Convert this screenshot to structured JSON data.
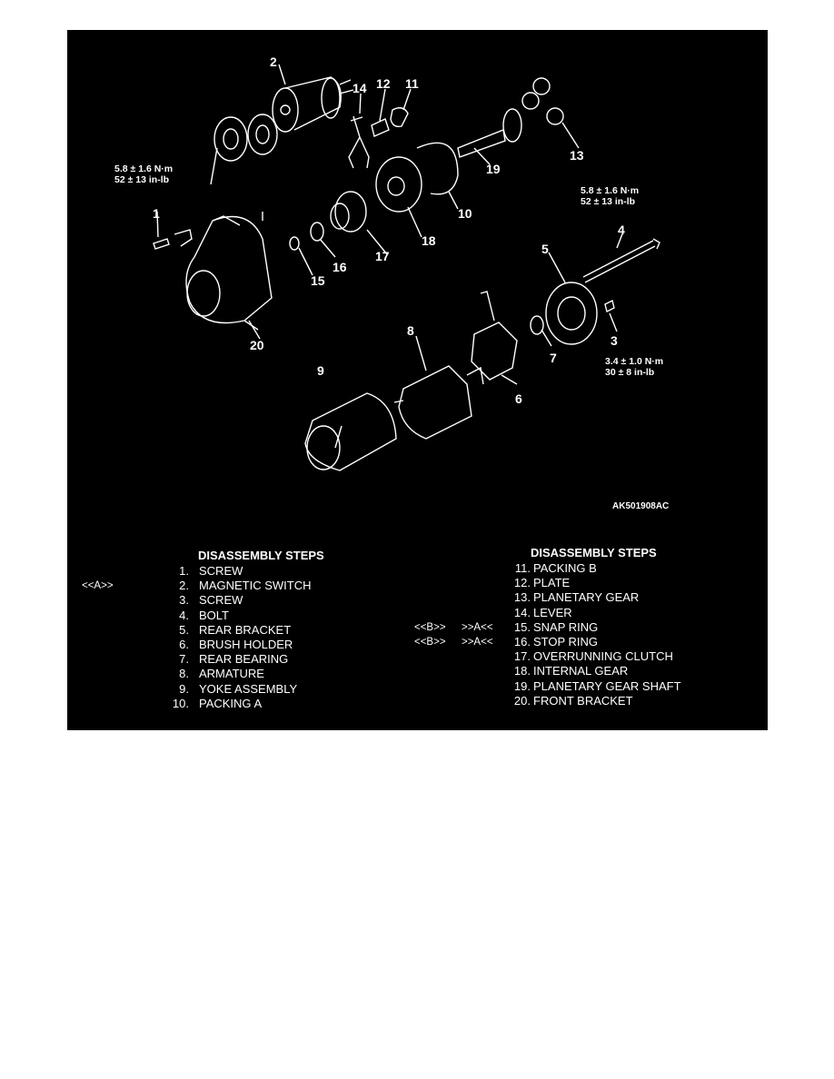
{
  "diagram": {
    "torque_1": {
      "nm": "5.8 ± 1.6 N·m",
      "inlb": "52 ± 13 in-lb"
    },
    "torque_4": {
      "nm": "5.8 ± 1.6 N·m",
      "inlb": "52 ± 13 in-lb"
    },
    "torque_3": {
      "nm": "3.4 ± 1.0 N·m",
      "inlb": "30 ± 8 in-lb"
    },
    "callouts": [
      "1",
      "2",
      "3",
      "4",
      "5",
      "6",
      "7",
      "8",
      "9",
      "10",
      "11",
      "12",
      "13",
      "14",
      "15",
      "16",
      "17",
      "18",
      "19",
      "20"
    ],
    "code": "AK501908AC"
  },
  "steps_left": {
    "heading": "DISASSEMBLY STEPS",
    "items": [
      {
        "n": "1.",
        "text": "SCREW",
        "tag": ""
      },
      {
        "n": "2.",
        "text": "MAGNETIC SWITCH",
        "tag": "<<A>>"
      },
      {
        "n": "3.",
        "text": "SCREW",
        "tag": ""
      },
      {
        "n": "4.",
        "text": "BOLT",
        "tag": ""
      },
      {
        "n": "5.",
        "text": "REAR BRACKET",
        "tag": ""
      },
      {
        "n": "6.",
        "text": "BRUSH HOLDER",
        "tag": ""
      },
      {
        "n": "7.",
        "text": "REAR BEARING",
        "tag": ""
      },
      {
        "n": "8.",
        "text": "ARMATURE",
        "tag": ""
      },
      {
        "n": "9.",
        "text": "YOKE ASSEMBLY",
        "tag": ""
      },
      {
        "n": "10.",
        "text": "PACKING A",
        "tag": ""
      }
    ]
  },
  "steps_right": {
    "heading": "DISASSEMBLY STEPS",
    "items": [
      {
        "n": "11.",
        "text": "PACKING B",
        "tag_a": "",
        "tag_b": ""
      },
      {
        "n": "12.",
        "text": "PLATE",
        "tag_a": "",
        "tag_b": ""
      },
      {
        "n": "13.",
        "text": "PLANETARY GEAR",
        "tag_a": "",
        "tag_b": ""
      },
      {
        "n": "14.",
        "text": "LEVER",
        "tag_a": "",
        "tag_b": ""
      },
      {
        "n": "15.",
        "text": "SNAP RING",
        "tag_a": "<<B>>",
        "tag_b": ">>A<<"
      },
      {
        "n": "16.",
        "text": "STOP RING",
        "tag_a": "<<B>>",
        "tag_b": ">>A<<"
      },
      {
        "n": "17.",
        "text": "OVERRUNNING CLUTCH",
        "tag_a": "",
        "tag_b": ""
      },
      {
        "n": "18.",
        "text": "INTERNAL GEAR",
        "tag_a": "",
        "tag_b": ""
      },
      {
        "n": "19.",
        "text": "PLANETARY GEAR SHAFT",
        "tag_a": "",
        "tag_b": ""
      },
      {
        "n": "20.",
        "text": "FRONT BRACKET",
        "tag_a": "",
        "tag_b": ""
      }
    ]
  }
}
